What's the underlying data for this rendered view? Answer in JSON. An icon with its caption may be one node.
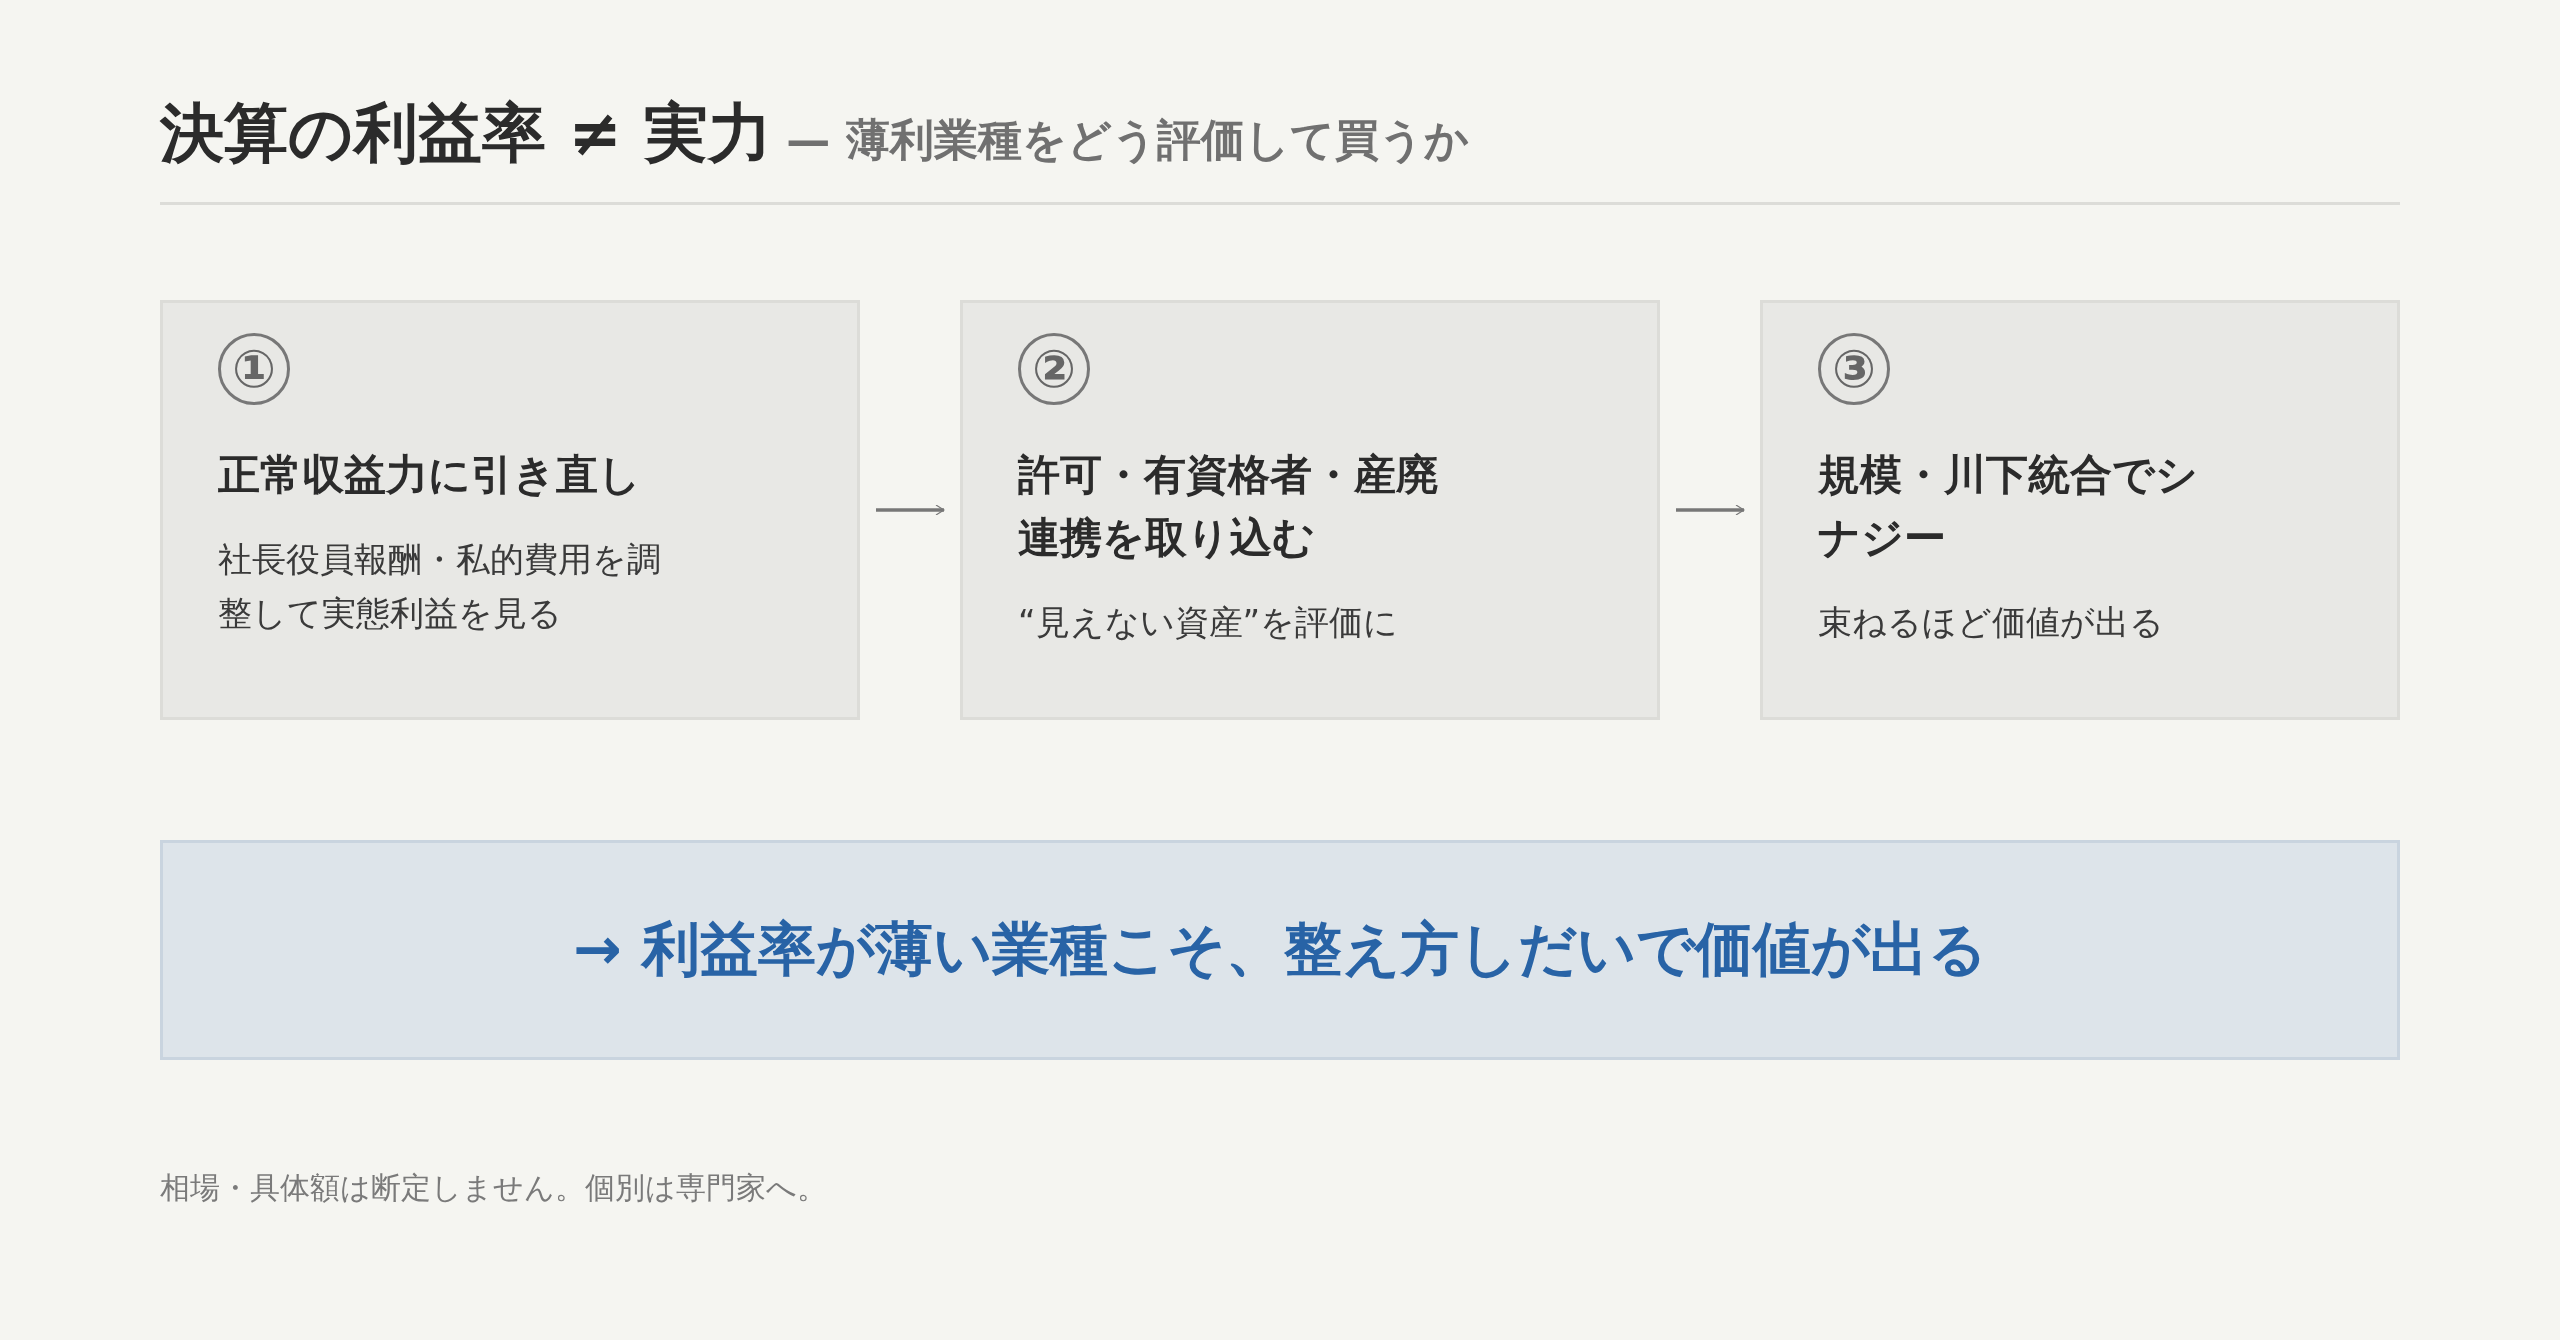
{
  "diagram": {
    "title": "決算の利益率 ≠ 実力",
    "caption": "相場・具体額は断定しません。個別は専門家へ。",
    "nodes": [
      {
        "text": [
          "①",
          "正常収益力に引き直し",
          "社長役員報酬・私的費用を調整して実態利益を見る"
        ]
      },
      {
        "text": [
          "②",
          "許可・有資格者・産廃連携を取り込む",
          "“見えない資産”を評価に"
        ]
      },
      {
        "text": [
          "③",
          "規模・川下統合でシナジー",
          "束ねるほど価値が出る"
        ]
      },
      {
        "text": [
          "→ 利益率が薄い業種こそ、整え方しだいで価値が出る"
        ]
      }
    ],
    "edges": [
      {
        "from": 0,
        "to": 1,
        "arrow": "to"
      },
      {
        "from": 1,
        "to": 2,
        "arrow": "to"
      }
    ],
    "labels": [
      "— 薄利業種をどう評価して買うか"
    ]
  }
}
